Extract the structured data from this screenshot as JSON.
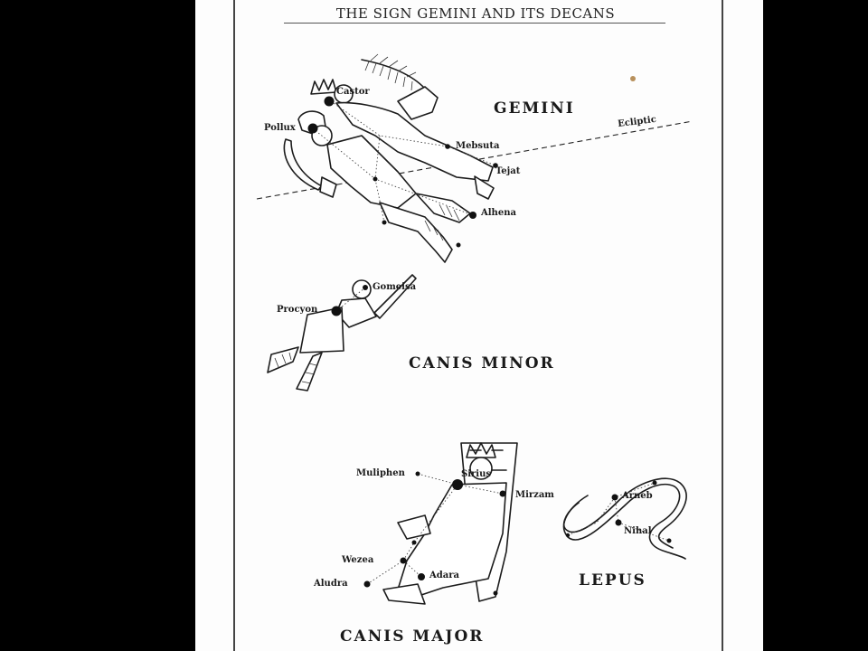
{
  "plate": {
    "title": "THE SIGN GEMINI AND ITS DECANS"
  },
  "constellations": {
    "gemini": "GEMINI",
    "canis_minor": "CANIS MINOR",
    "canis_major": "CANIS MAJOR",
    "lepus": "LEPUS"
  },
  "ecliptic_label": "Ecliptic",
  "stars": {
    "castor": "Castor",
    "pollux": "Pollux",
    "mebsuta": "Mebsuta",
    "tejat": "Tejat",
    "alhena": "Alhena",
    "gomeisa": "Gomeisa",
    "procyon": "Procyon",
    "muliphen": "Muliphen",
    "sirius": "Sirius",
    "mirzam": "Mirzam",
    "wezea": "Wezea",
    "aludra": "Aludra",
    "adara": "Adara",
    "arneb": "Arneb",
    "nihal": "Nihal"
  }
}
